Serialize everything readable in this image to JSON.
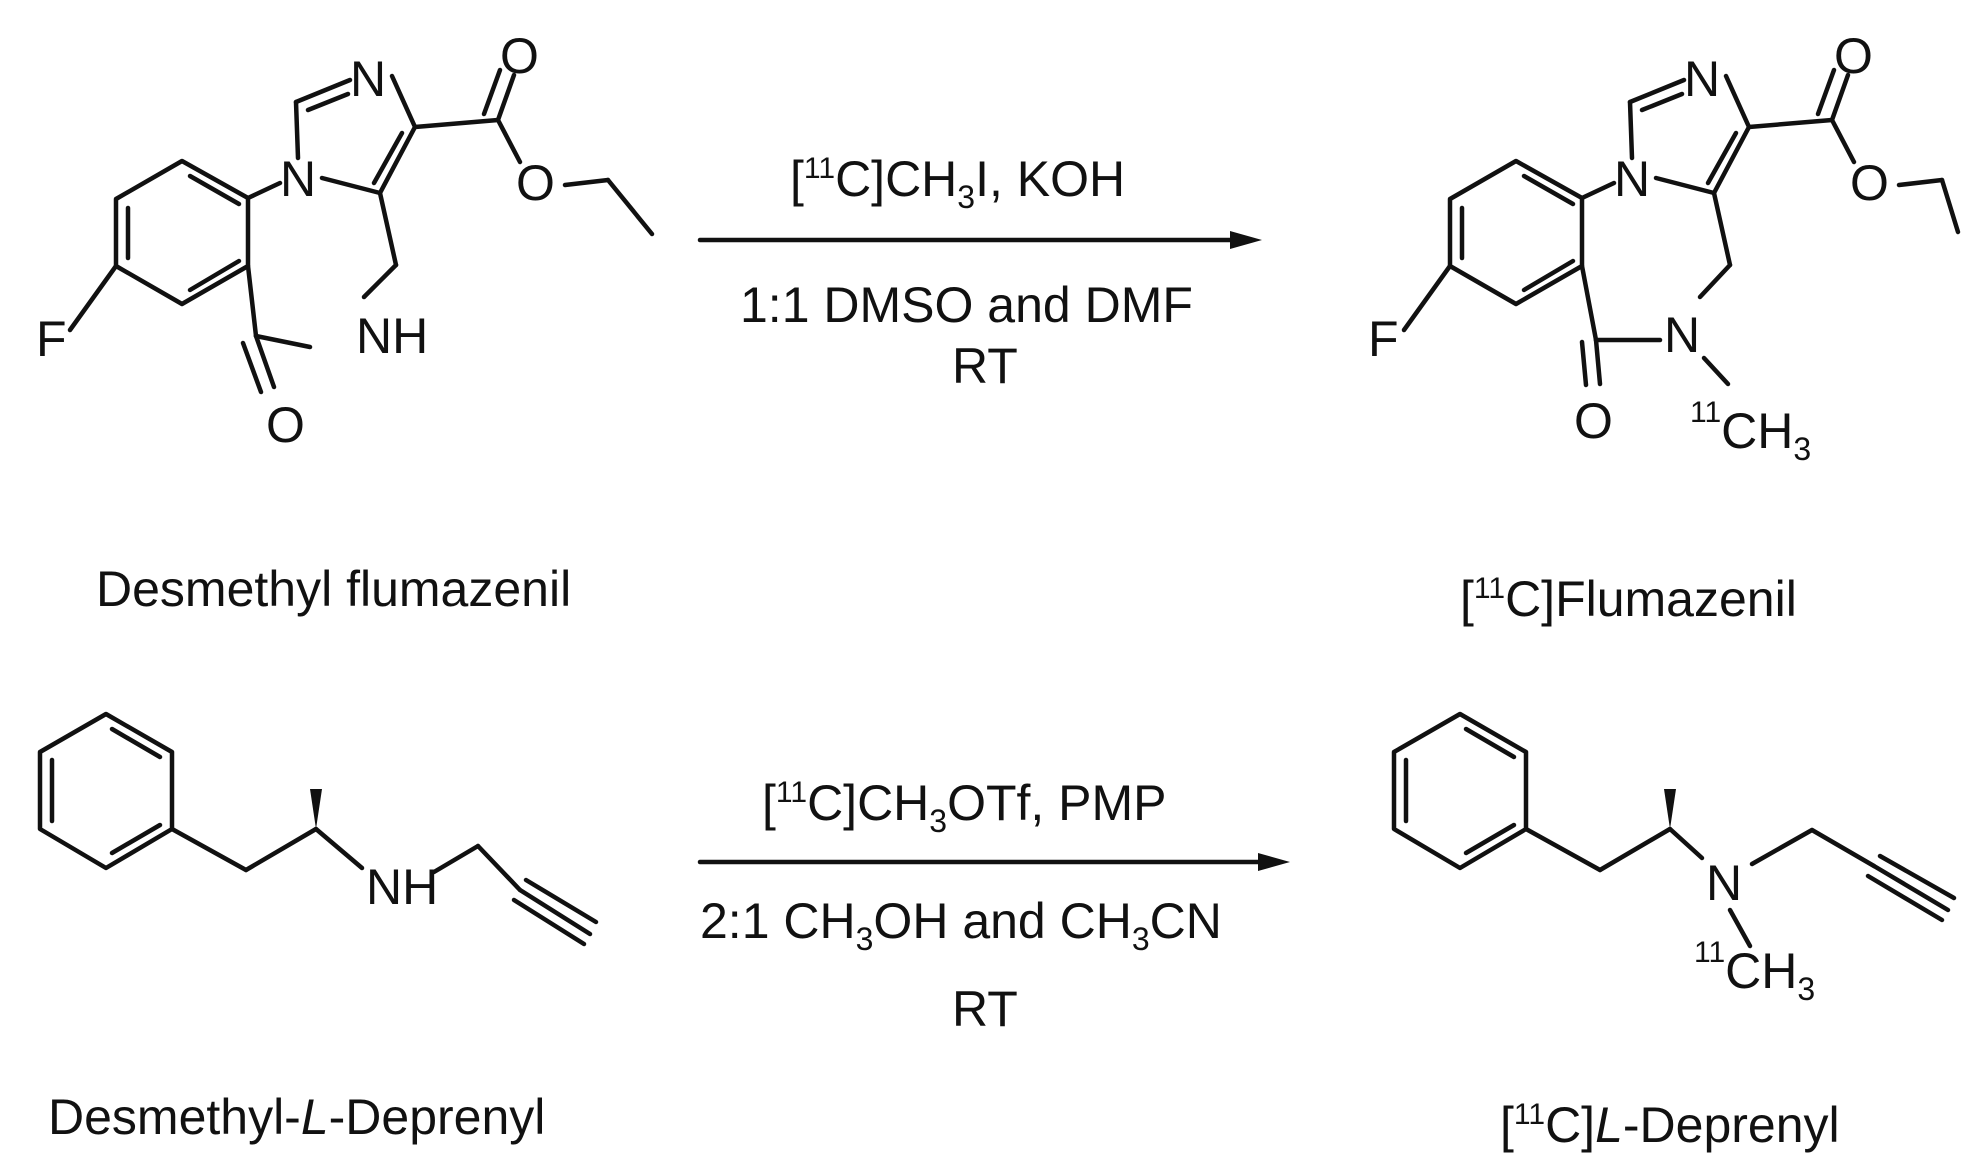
{
  "reaction_1": {
    "reactant_name": "Desmethyl flumazenil",
    "product_name_prefix": "[",
    "product_name_isotope": "11",
    "product_name_rest": "C]Flumazenil",
    "conditions_above": {
      "open": "[",
      "iso": "11",
      "mid": "C]CH",
      "sub": "3",
      "tail": "I, KOH"
    },
    "conditions_below_line1": "1:1 DMSO and DMF",
    "conditions_below_line2": "RT",
    "atoms": {
      "N": "N",
      "O": "O",
      "F": "F",
      "NH": "NH",
      "iso": "11",
      "CH": "CH",
      "sub3": "3"
    }
  },
  "reaction_2": {
    "reactant_name_pre": "Desmethyl-",
    "reactant_name_ital": "L",
    "reactant_name_post": "-Deprenyl",
    "product_name_prefix": "[",
    "product_name_isotope": "11",
    "product_name_mid": "C]",
    "product_name_ital": "L",
    "product_name_post": "-Deprenyl",
    "conditions_above": {
      "open": "[",
      "iso": "11",
      "mid": "C]CH",
      "sub": "3",
      "tail": "OTf, PMP"
    },
    "conditions_below_line1": {
      "a": "2:1 CH",
      "sub1": "3",
      "b": "OH and CH",
      "sub2": "3",
      "c": "CN"
    },
    "conditions_below_line2": "RT",
    "atoms": {
      "NH": "NH",
      "N": "N",
      "iso": "11",
      "CH": "CH",
      "sub3": "3"
    }
  }
}
